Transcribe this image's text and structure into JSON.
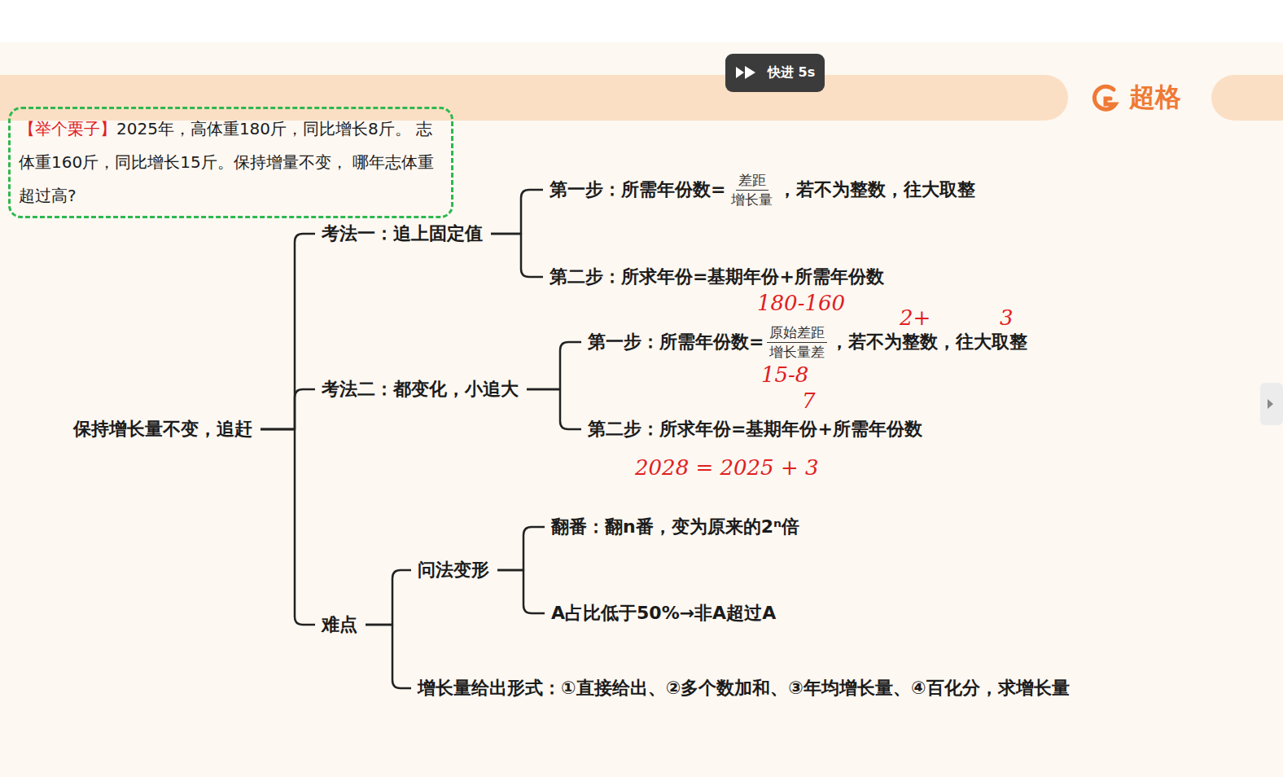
{
  "diagram": {
    "nodes": [
      {
        "text": [
          "【举个栗子】",
          "2025年，高体重180斤，同比增长8斤。 志体重160斤，同比增长15斤。保持增量不变， 哪年志体重超过高?"
        ]
      },
      {
        "text": [
          "保持增长量不变，追赶"
        ]
      },
      {
        "text": [
          "考法一：追上固定值"
        ]
      },
      {
        "text": [
          "第一步：所需年份数=",
          "差距",
          "增长量",
          "，若不为整数，往大取整"
        ]
      },
      {
        "text": [
          "第二步：所求年份=基期年份+所需年份数"
        ]
      },
      {
        "text": [
          "考法二：都变化，小追大"
        ]
      },
      {
        "text": [
          "第一步：所需年份数=",
          "原始差距",
          "增长量差",
          "，若不为整数，往大取整"
        ]
      },
      {
        "text": [
          "第二步：所求年份=基期年份+所需年份数"
        ]
      },
      {
        "text": [
          "难点"
        ]
      },
      {
        "text": [
          "问法变形"
        ]
      },
      {
        "text": [
          "翻番：翻n番，变为原来的2ⁿ倍"
        ]
      },
      {
        "text": [
          "A占比低于50%→非A超过A"
        ]
      },
      {
        "text": [
          "增长量给出形式：①直接给出、②多个数加和、③年均增长量、④百化分，求增长量"
        ]
      }
    ],
    "edges": [
      {
        "from": 1,
        "to": 2,
        "arrow": "none"
      },
      {
        "from": 1,
        "to": 5,
        "arrow": "none"
      },
      {
        "from": 1,
        "to": 8,
        "arrow": "none"
      },
      {
        "from": 2,
        "to": 3,
        "arrow": "none"
      },
      {
        "from": 2,
        "to": 4,
        "arrow": "none"
      },
      {
        "from": 5,
        "to": 6,
        "arrow": "none"
      },
      {
        "from": 5,
        "to": 7,
        "arrow": "none"
      },
      {
        "from": 8,
        "to": 9,
        "arrow": "none"
      },
      {
        "from": 8,
        "to": 12,
        "arrow": "none"
      },
      {
        "from": 9,
        "to": 10,
        "arrow": "none"
      },
      {
        "from": 9,
        "to": 11,
        "arrow": "none"
      }
    ],
    "labels": [
      "快进 5s",
      "超格",
      "180-160",
      "2+",
      "3",
      "15-8",
      "7",
      "2028 = 2025 + 3"
    ]
  }
}
